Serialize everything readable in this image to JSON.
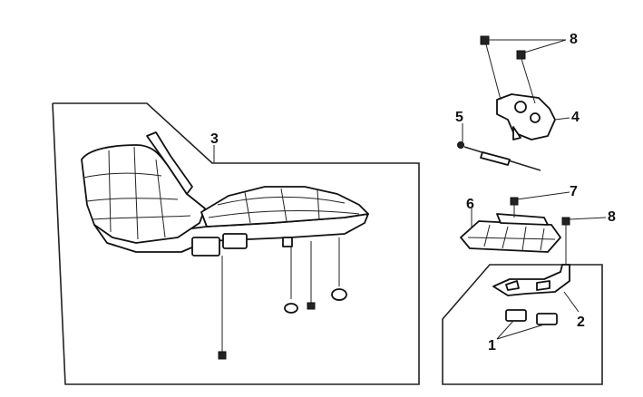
{
  "callouts": {
    "c1": "1",
    "c2": "2",
    "c3": "3",
    "c4": "4",
    "c5": "5",
    "c6": "6",
    "c7": "7",
    "c8a": "8",
    "c8b": "8"
  }
}
